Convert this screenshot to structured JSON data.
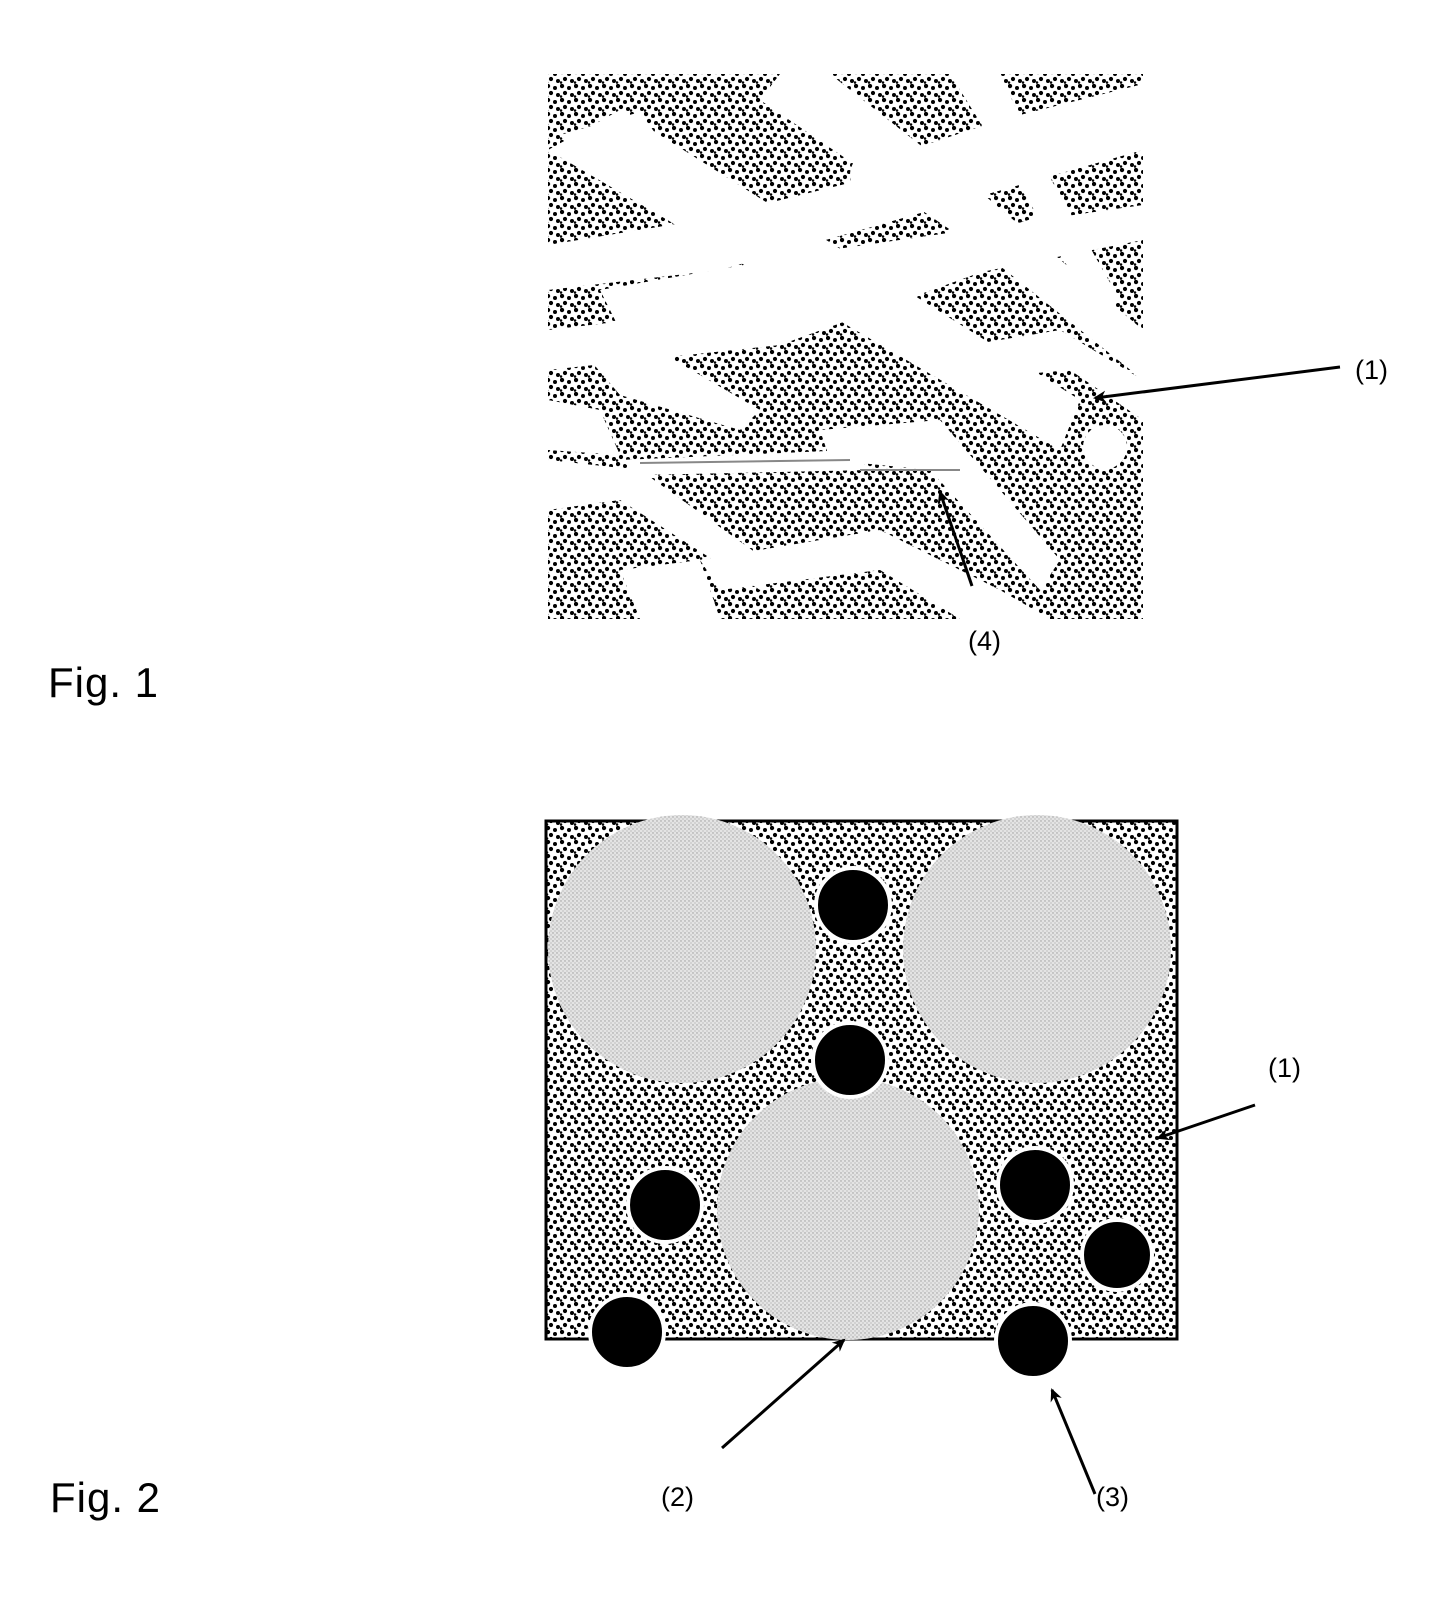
{
  "figures": [
    {
      "caption": "Fig. 1",
      "references": [
        "(1)",
        "(4)"
      ]
    },
    {
      "caption": "Fig. 2",
      "references": [
        "(1)",
        "(2)",
        "(3)"
      ]
    }
  ],
  "colors": {
    "ink": "#000000",
    "matrix_light": "#cfcfcf",
    "particle_fill": "#dcdcdc",
    "background": "#ffffff"
  }
}
